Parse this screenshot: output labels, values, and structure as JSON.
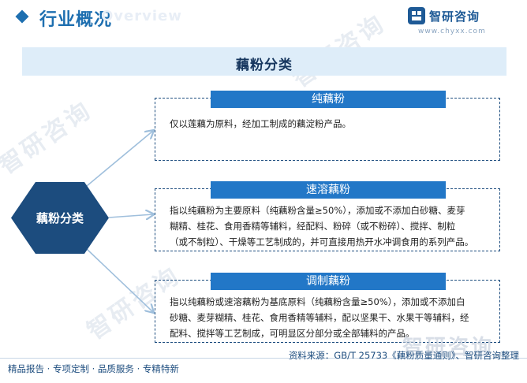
{
  "header": {
    "title": "行业概况",
    "ghost_text": "Overview"
  },
  "brand": {
    "name": "智研咨询",
    "url": "www.chyxx.com",
    "watermark": "智研咨询"
  },
  "banner": {
    "title": "藕粉分类"
  },
  "center": {
    "label": "藕粉分类"
  },
  "categories": [
    {
      "name": "纯藕粉",
      "description": "仅以莲藕为原料，经加工制成的藕淀粉产品。"
    },
    {
      "name": "速溶藕粉",
      "description_lines": [
        "指以纯藕粉为主要原料（纯藕粉含量≥50%），添加或不添加白砂糖、麦芽",
        "糊精、桂花、食用香精等辅料，经配料、粉碎（或不粉碎）、搅拌、制粒",
        "（或不制粒）、干燥等工艺制成的，并可直接用热开水冲调食用的系列产品。"
      ]
    },
    {
      "name": "调制藕粉",
      "description_lines": [
        "指以纯藕粉或速溶藕粉为基底原料（纯藕粉含量≥50%），添加或不添加白",
        "砂糖、麦芽糊精、桂花、食用香精等辅料，配以坚果干、水果干等辅料，经",
        "配料、搅拌等工艺制成，可明显区分部分或全部辅料的产品。"
      ]
    }
  ],
  "source": "资料来源：GB/T 25733《藕粉质量通则》、智研咨询整理",
  "footer": {
    "tagline": "精品报告 · 专项定制 · 品质服务 · 专精特新"
  },
  "colors": {
    "primary": "#1e6fb0",
    "dark_navy": "#1c4c7e",
    "tag_blue": "#2277c7",
    "banner_bg": "#deedf9",
    "connector": "#9fbfdc"
  }
}
